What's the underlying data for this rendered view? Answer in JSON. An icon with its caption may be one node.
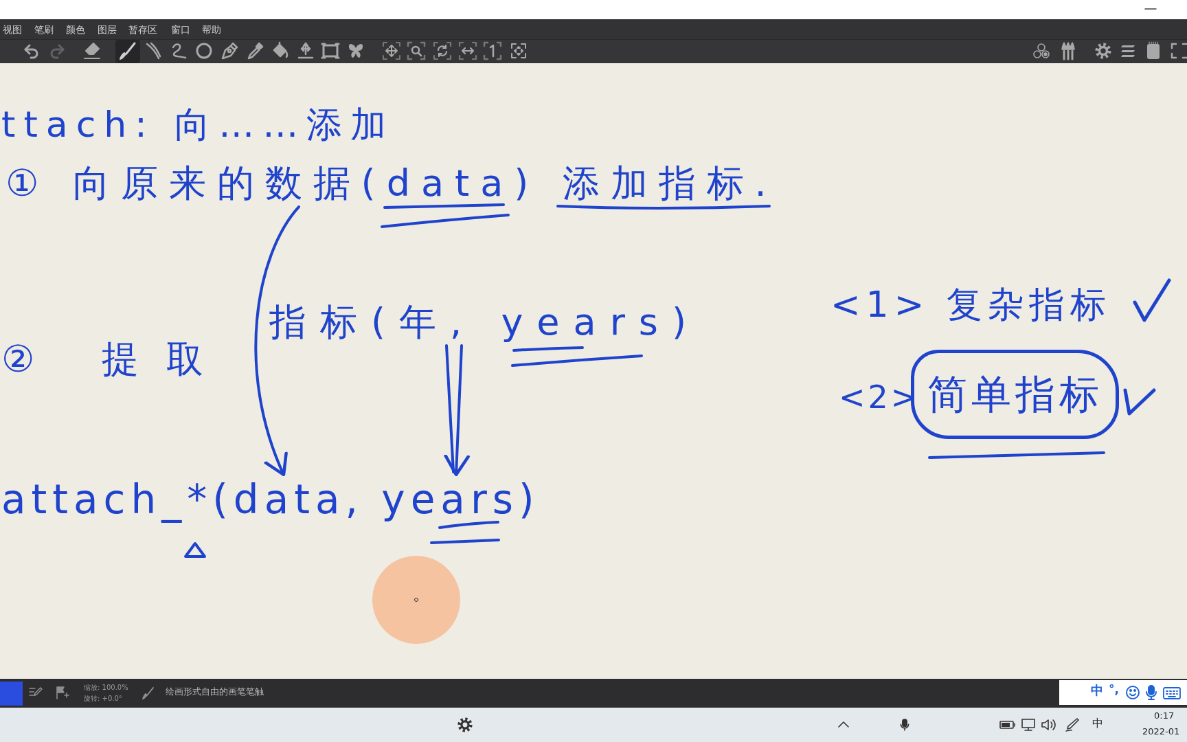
{
  "diagram": {
    "nodes": [
      {
        "text": [
          "① 向原来的数据(data) 添加指标."
        ]
      },
      {
        "text": [
          "指标(年, years)"
        ]
      },
      {
        "text": [
          "attach_*(data, years)"
        ]
      },
      {
        "text": [
          "简单指标"
        ],
        "beside": [
          "<2>"
        ]
      }
    ],
    "edges": [
      {
        "from": 0,
        "to": 2,
        "arrow": "to"
      },
      {
        "from": 1,
        "to": 2,
        "arrow": "to"
      }
    ],
    "labels": [
      "视图",
      "笔刷",
      "颜色",
      "图层",
      "暂存区",
      "窗口",
      "帮助",
      "ttach: 向……添加",
      "<1> 复杂指标",
      "② 提取",
      "缩放: 100.0%",
      "旋转: +0.0°",
      "绘画形式自由的画笔笔触",
      "中",
      "°,",
      "中",
      "0:17",
      "2022-01"
    ]
  }
}
